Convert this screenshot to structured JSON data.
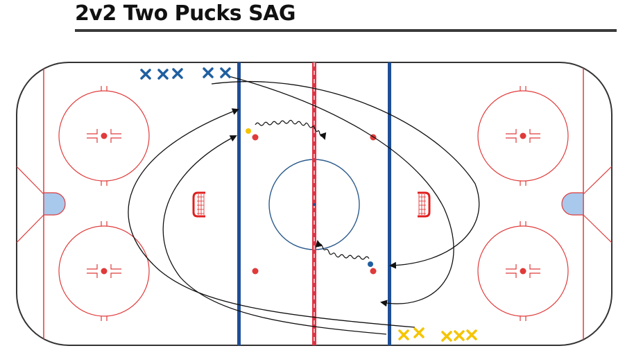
{
  "title": "2v2 Two Pucks SAG",
  "colors": {
    "boards": "#333333",
    "red_line": "#dc3545",
    "blue_line": "#1f4e96",
    "ice_lines": "#e03a3a",
    "center_circle": "#2b5a8c",
    "goal_crease": "#a8c8ec",
    "team_blue": "#1f5fa0",
    "team_yellow": "#f5c400",
    "arrow": "#111111"
  },
  "players": {
    "blue_team_count": 5,
    "yellow_team_count": 5,
    "icon": "x-marker-icon"
  },
  "pucks": [
    {
      "color": "yellow",
      "icon": "puck-dot-icon"
    },
    {
      "color": "blue",
      "icon": "puck-dot-icon"
    }
  ]
}
